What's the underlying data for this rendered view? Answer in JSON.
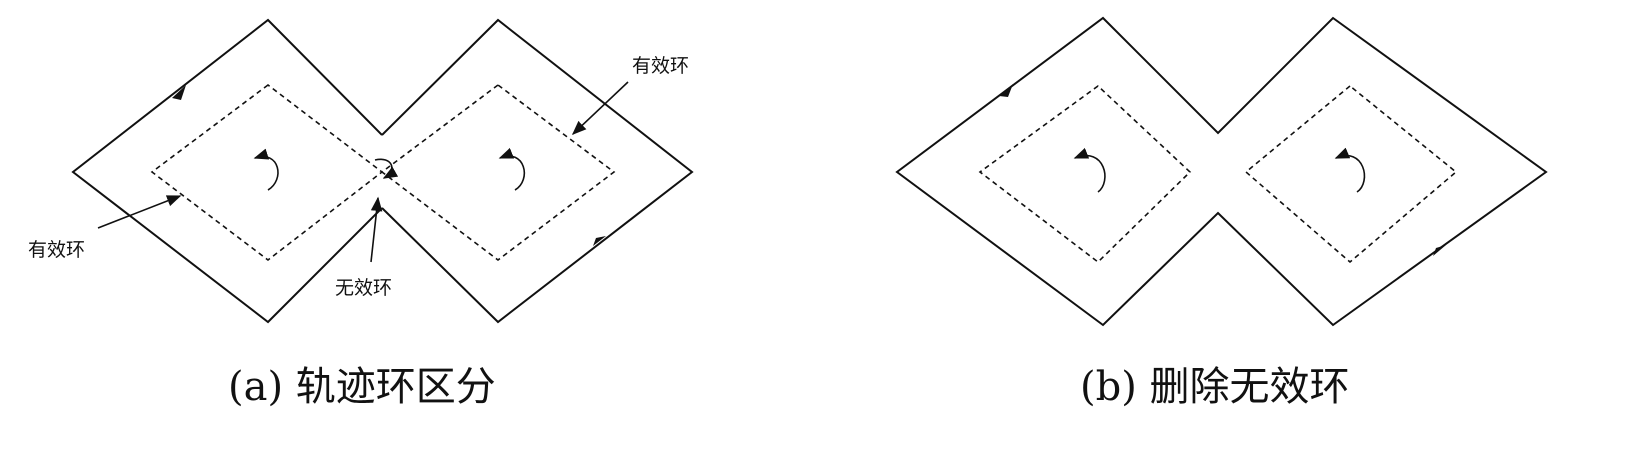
{
  "panel_a": {
    "caption": "(a)  轨迹环区分",
    "labels": {
      "valid_loop_left": "有效环",
      "valid_loop_right": "有效环",
      "invalid_loop": "无效环"
    }
  },
  "panel_b": {
    "caption": "(b)  删除无效环"
  }
}
